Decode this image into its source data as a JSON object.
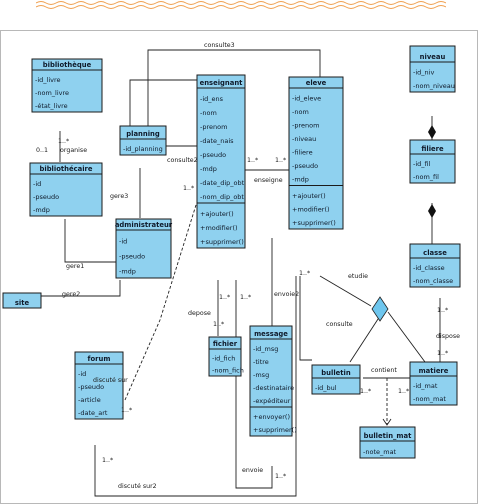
{
  "classes": {
    "bibliotheque": {
      "name": "bibliothèque",
      "attributes": [
        "-id_livre",
        "-nom_livre",
        "-état_livre"
      ],
      "operations": []
    },
    "bibliothecaire": {
      "name": "bibliothécaire",
      "attributes": [
        "-id",
        "-pseudo",
        "-mdp"
      ],
      "operations": []
    },
    "planning": {
      "name": "planning",
      "attributes": [
        "-id_planning"
      ],
      "operations": []
    },
    "administrateur": {
      "name": "administrateur",
      "attributes": [
        "-id",
        "-pseudo",
        "-mdp"
      ],
      "operations": []
    },
    "site": {
      "name": "site",
      "attributes": [],
      "operations": []
    },
    "forum": {
      "name": "forum",
      "attributes": [
        "-id",
        "-pseudo",
        "-article",
        "-date_art"
      ],
      "operations": []
    },
    "enseignant": {
      "name": "enseignant",
      "attributes": [
        "-id_ens",
        "-nom",
        "-prenom",
        "-date_nais",
        "-pseudo",
        "-mdp",
        "-date_dip_obt",
        "-nom_dip_obt"
      ],
      "operations": [
        "+ajouter()",
        "+modifier()",
        "+supprimer()"
      ]
    },
    "eleve": {
      "name": "eleve",
      "attributes": [
        "-id_eleve",
        "-nom",
        "-prenom",
        "-niveau",
        "-filiere",
        "-pseudo",
        "-mdp"
      ],
      "operations": [
        "+ajouter()",
        "+modifier()",
        "+supprimer()"
      ]
    },
    "fichier": {
      "name": "fichier",
      "attributes": [
        "-id_fich",
        "-nom_fich"
      ],
      "operations": []
    },
    "message": {
      "name": "message",
      "attributes": [
        "-id_msg",
        "-titre",
        "-msg",
        "-destinataire",
        "-expéditeur"
      ],
      "operations": [
        "+envoyer()",
        "+supprimer()"
      ]
    },
    "niveau": {
      "name": "niveau",
      "attributes": [
        "-id_niv",
        "-nom_niveau"
      ],
      "operations": []
    },
    "filiere": {
      "name": "filiere",
      "attributes": [
        "-id_fil",
        "-nom_fil"
      ],
      "operations": []
    },
    "classe": {
      "name": "classe",
      "attributes": [
        "-id_classe",
        "-nom_classe"
      ],
      "operations": []
    },
    "bulletin": {
      "name": "bulletin",
      "attributes": [
        "-id_bul"
      ],
      "operations": []
    },
    "matiere": {
      "name": "matiere",
      "attributes": [
        "-id_mat",
        "-nom_mat"
      ],
      "operations": []
    },
    "bulletin_mat": {
      "name": "bulletin_mat",
      "attributes": [
        "-note_mat"
      ],
      "operations": []
    }
  },
  "labels": {
    "consulte3": "consulte3",
    "consulte2": "consulte2",
    "organise": "organise",
    "m_01": "0..1",
    "m_1n_a": "1..*",
    "gere3": "gere3",
    "gere1": "gere1",
    "gere2": "gere2",
    "enseigne": "enseigne",
    "m_1n_ens": "1..*",
    "m_1n_el": "1..*",
    "m_1n_ens2": "1..*",
    "depose": "depose",
    "m_1n_fich": "1..*",
    "m_1n_dep": "1..*",
    "envoie2": "envoie2",
    "m_1n_env2": "1..*",
    "m_1n_el2": "1..*",
    "etudie": "etudie",
    "consulte": "consulte",
    "contient": "contient",
    "dispose": "dispose",
    "m_1n_cl": "1..*",
    "m_1n_cl2": "1..*",
    "m_1n_bul": "1..*",
    "m_1n_mat": "1..*",
    "discute_sur": "discuté sur",
    "m_1n_disc": "1..*",
    "discute_sur2": "discuté sur2",
    "m_1n_forum": "1..*",
    "envoie": "envoie",
    "m_1n_env": "1..*"
  }
}
